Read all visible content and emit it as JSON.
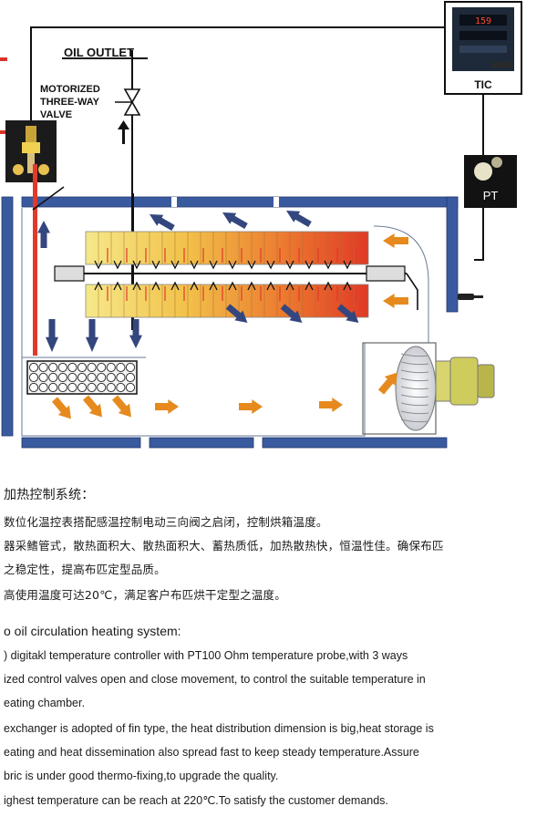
{
  "diagram": {
    "oil_outlet_label": "OIL OUTLET",
    "valve_label": [
      "MOTORIZED",
      "THREE-WAY",
      "VALVE"
    ],
    "tic_label": "TIC",
    "tic_display": "159",
    "pt_label": "PT",
    "colors": {
      "pipe": "#111111",
      "chamber_wall": "#3a5aa0",
      "hot_oil": "#e03a2a",
      "cool_oil": "#f2e070",
      "flow_arrow": "#34467e",
      "air_arrow": "#e68a1e"
    }
  },
  "text_zh": {
    "heading": "加热控制系统：",
    "lines": [
      "数位化温控表搭配感温控制电动三向阀之启闭，控制烘箱温度。",
      "器采鳍管式，散热面积大、散热面积大、蓄热质低，加热散热快，恒温性佳。确保布匹",
      "之稳定性，提高布匹定型品质。",
      "高使用温度可达20℃，满足客户布匹烘干定型之温度。"
    ]
  },
  "text_en": {
    "heading": "o oil circulation heating system:",
    "lines": [
      ") digitakl temperature controller with PT100 Ohm temperature probe,with 3 ways",
      "ized control valves open and close movement, to control the suitable temperature in",
      "eating chamber.",
      "exchanger is adopted of fin type, the heat distribution dimension is big,heat storage is",
      "eating and heat dissemination also spread fast to keep steady temperature.Assure",
      "bric is under good thermo-fixing,to upgrade the quality.",
      "ighest temperature can be reach at 220℃.To satisfy the customer demands."
    ]
  }
}
